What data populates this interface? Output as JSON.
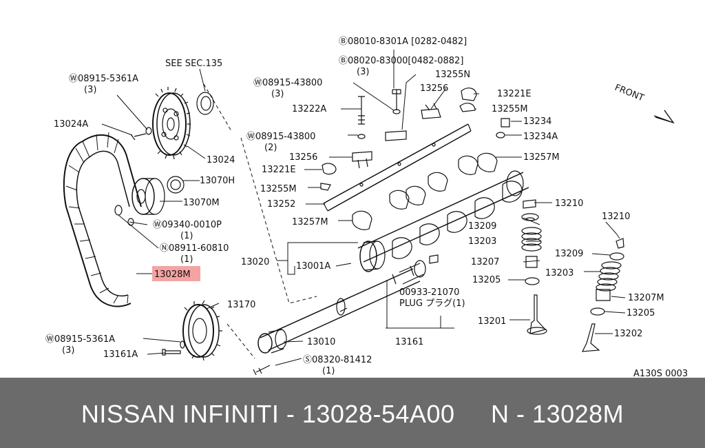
{
  "labels": {
    "b1": "Ⓑ08010-8301A [0282-0482]",
    "b2": "Ⓑ08020-83000[0482-0882]",
    "b2q": "(3)",
    "see_sec": "SEE SEC.135",
    "w1": "Ⓦ08915-5361A",
    "w1q": "(3)",
    "w2": "Ⓦ08915-43800",
    "w2q": "(3)",
    "p13255n": "13255N",
    "p13256a": "13256",
    "p13221e_a": "13221E",
    "p13222a": "13222A",
    "p13255m_a": "13255M",
    "front": "FRONT",
    "p13024a": "13024A",
    "p13234": "13234",
    "w3": "Ⓦ08915-43800",
    "w3q": "(2)",
    "p13234a": "13234A",
    "p13024": "13024",
    "p13256b": "13256",
    "p13257m_a": "13257M",
    "p13221e_b": "13221E",
    "p13070h": "13070H",
    "p13255m_b": "13255M",
    "p13070m": "13070M",
    "p13252": "13252",
    "p13210a": "13210",
    "w4": "Ⓦ09340-0010P",
    "w4q": "(1)",
    "p13257m_b": "13257M",
    "p13210b": "13210",
    "p13209a": "13209",
    "n1": "Ⓝ08911-60810",
    "n1q": "(1)",
    "p13203a": "13203",
    "p13209b": "13209",
    "p13020": "13020",
    "p13001a": "13001A",
    "p13207": "13207",
    "p13203b": "13203",
    "p13028m": "13028M",
    "p13205a": "13205",
    "plug_no": "00933-21070",
    "plug": "PLUG プラグ(1)",
    "p13207m": "13207M",
    "p13170": "13170",
    "p13205b": "13205",
    "p13201": "13201",
    "p13202": "13202",
    "w5": "Ⓦ08915-5361A",
    "w5q": "(3)",
    "p13010": "13010",
    "p13161": "13161",
    "p13161a": "13161A",
    "s1": "Ⓢ08320-81412",
    "s1q": "(1)",
    "code": "A130S 0003"
  },
  "footer": {
    "text": "NISSAN INFINITI - 13028-54A00     N - 13028M"
  },
  "colors": {
    "highlight": "#f4a3a3",
    "footer_bg": "#6b6b6b",
    "footer_text": "#ffffff"
  }
}
